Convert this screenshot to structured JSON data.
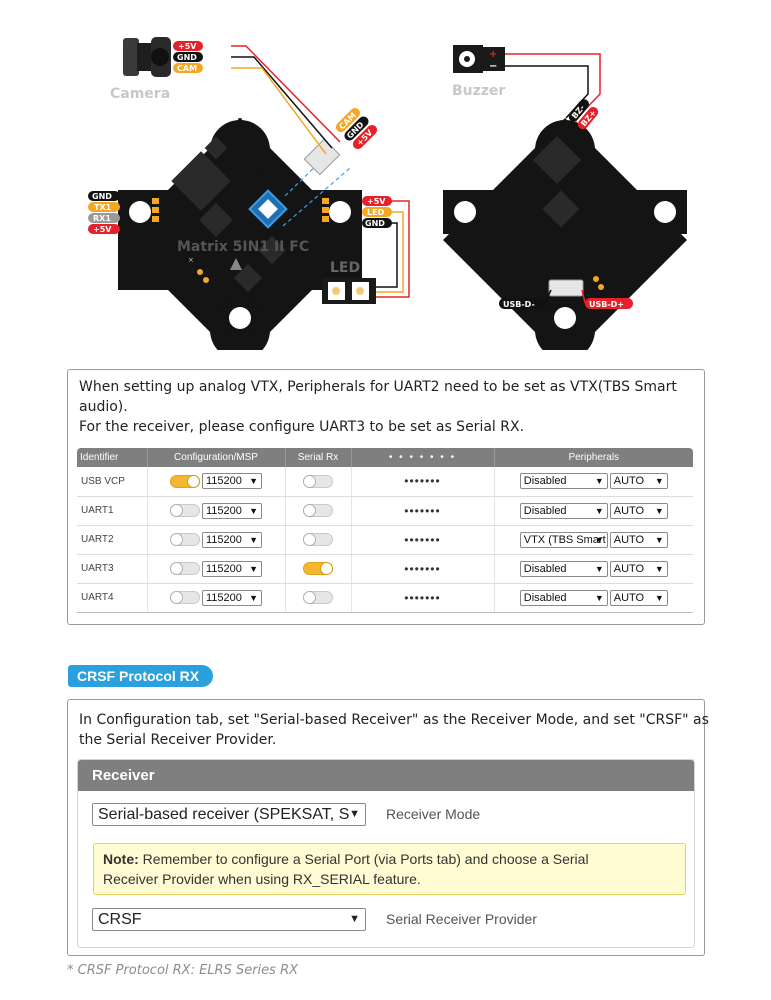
{
  "diagram": {
    "camera": {
      "caption": "Camera",
      "wires": [
        "+5V",
        "GND",
        "CAM"
      ]
    },
    "buzzer": {
      "caption": "Buzzer",
      "plus": "+",
      "minus": "−",
      "wires": [
        "BZ-",
        "BZ+"
      ]
    },
    "board_left": {
      "title": "Matrix 5IN1 II FC",
      "cam_pads": [
        "CAM",
        "GND",
        "+5V"
      ],
      "uart_pads": [
        "GND",
        "TX1",
        "RX1",
        "+5V"
      ],
      "led_pads": [
        "+5V",
        "LED",
        "GND"
      ],
      "led_caption": "LED"
    },
    "board_right": {
      "usb_minus": "USB-D-",
      "usb_plus": "USB-D+"
    }
  },
  "ports": {
    "intro": [
      "When setting up analog VTX, Peripherals for UART2 need to be set as VTX(TBS Smart",
      "audio).",
      "For the receiver, please configure UART3 to be set as Serial RX."
    ],
    "headers": {
      "identifier": "Identifier",
      "config": "Configuration/MSP",
      "serial_rx": "Serial Rx",
      "telemetry": "• • • • • • •",
      "peripherals": "Peripherals"
    },
    "rows": [
      {
        "id": "USB VCP",
        "msp_on": true,
        "baud": "115200",
        "serial_rx_on": false,
        "dots": "•••••••",
        "peripheral": "Disabled",
        "auto": "AUTO"
      },
      {
        "id": "UART1",
        "msp_on": false,
        "baud": "115200",
        "serial_rx_on": false,
        "dots": "•••••••",
        "peripheral": "Disabled",
        "auto": "AUTO"
      },
      {
        "id": "UART2",
        "msp_on": false,
        "baud": "115200",
        "serial_rx_on": false,
        "dots": "•••••••",
        "peripheral": "VTX (TBS Smart",
        "auto": "AUTO"
      },
      {
        "id": "UART3",
        "msp_on": false,
        "baud": "115200",
        "serial_rx_on": true,
        "dots": "•••••••",
        "peripheral": "Disabled",
        "auto": "AUTO"
      },
      {
        "id": "UART4",
        "msp_on": false,
        "baud": "115200",
        "serial_rx_on": false,
        "dots": "•••••••",
        "peripheral": "Disabled",
        "auto": "AUTO"
      }
    ]
  },
  "crsf": {
    "badge": "CRSF Protocol RX"
  },
  "receiver": {
    "intro": [
      "In Configuration tab, set \"Serial-based Receiver\" as the Receiver Mode, and set \"CRSF\" as",
      "the Serial Receiver Provider."
    ],
    "panel_title": "Receiver",
    "mode_value": "Serial-based receiver (SPEKSAT, S",
    "mode_label": "Receiver Mode",
    "note_bold": "Note:",
    "note_line1": " Remember to configure a Serial Port (via Ports tab) and choose a Serial",
    "note_line2": "Receiver Provider when using RX_SERIAL feature.",
    "provider_value": "CRSF",
    "provider_label": "Serial Receiver Provider"
  },
  "footnote": "* CRSF Protocol RX: ELRS Series RX",
  "colors": {
    "accent_blue": "#2aa1de",
    "toggle_on": "#f5b731",
    "header_gray": "#7f7f7f",
    "note_bg": "#fffbd2",
    "pad_orange": "#f5a623",
    "wire_red": "#e8202a"
  }
}
